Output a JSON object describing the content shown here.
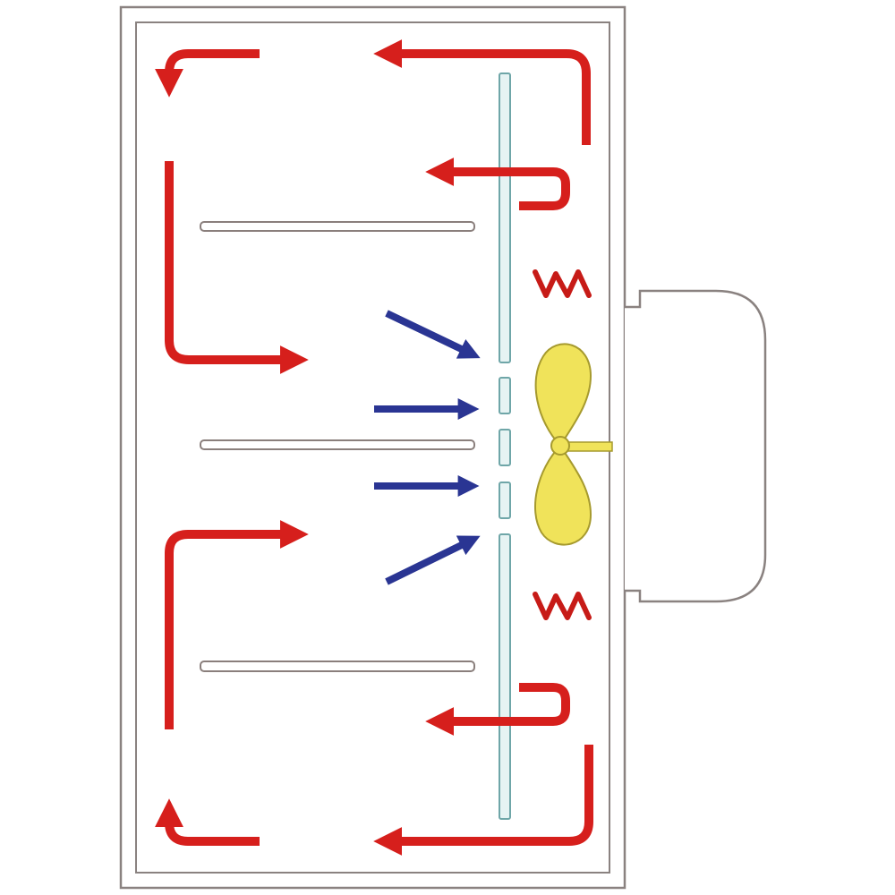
{
  "diagram": {
    "kind": "oven-airflow",
    "components": [
      "cabinet",
      "shelf",
      "shelf",
      "shelf",
      "baffle",
      "fan",
      "motor",
      "heater",
      "heater"
    ],
    "colors": {
      "background": "#ffffff",
      "cabinet_stroke": "#8a8280",
      "shelf_fill": "#ffffff",
      "shelf_stroke": "#8a7f7c",
      "baffle_fill": "#e6f3f3",
      "baffle_stroke": "#6fa6a8",
      "hot_air": "#d61f1c",
      "cool_air": "#2a3593",
      "fan_fill": "#f0e35a",
      "fan_stroke": "#a69a2e",
      "heater": "#c71b17"
    },
    "icons": {
      "hot_air": "red-arrow-icon",
      "cool_air": "blue-arrow-icon",
      "heater": "zigzag-heater-icon",
      "fan": "fan-icon"
    }
  }
}
